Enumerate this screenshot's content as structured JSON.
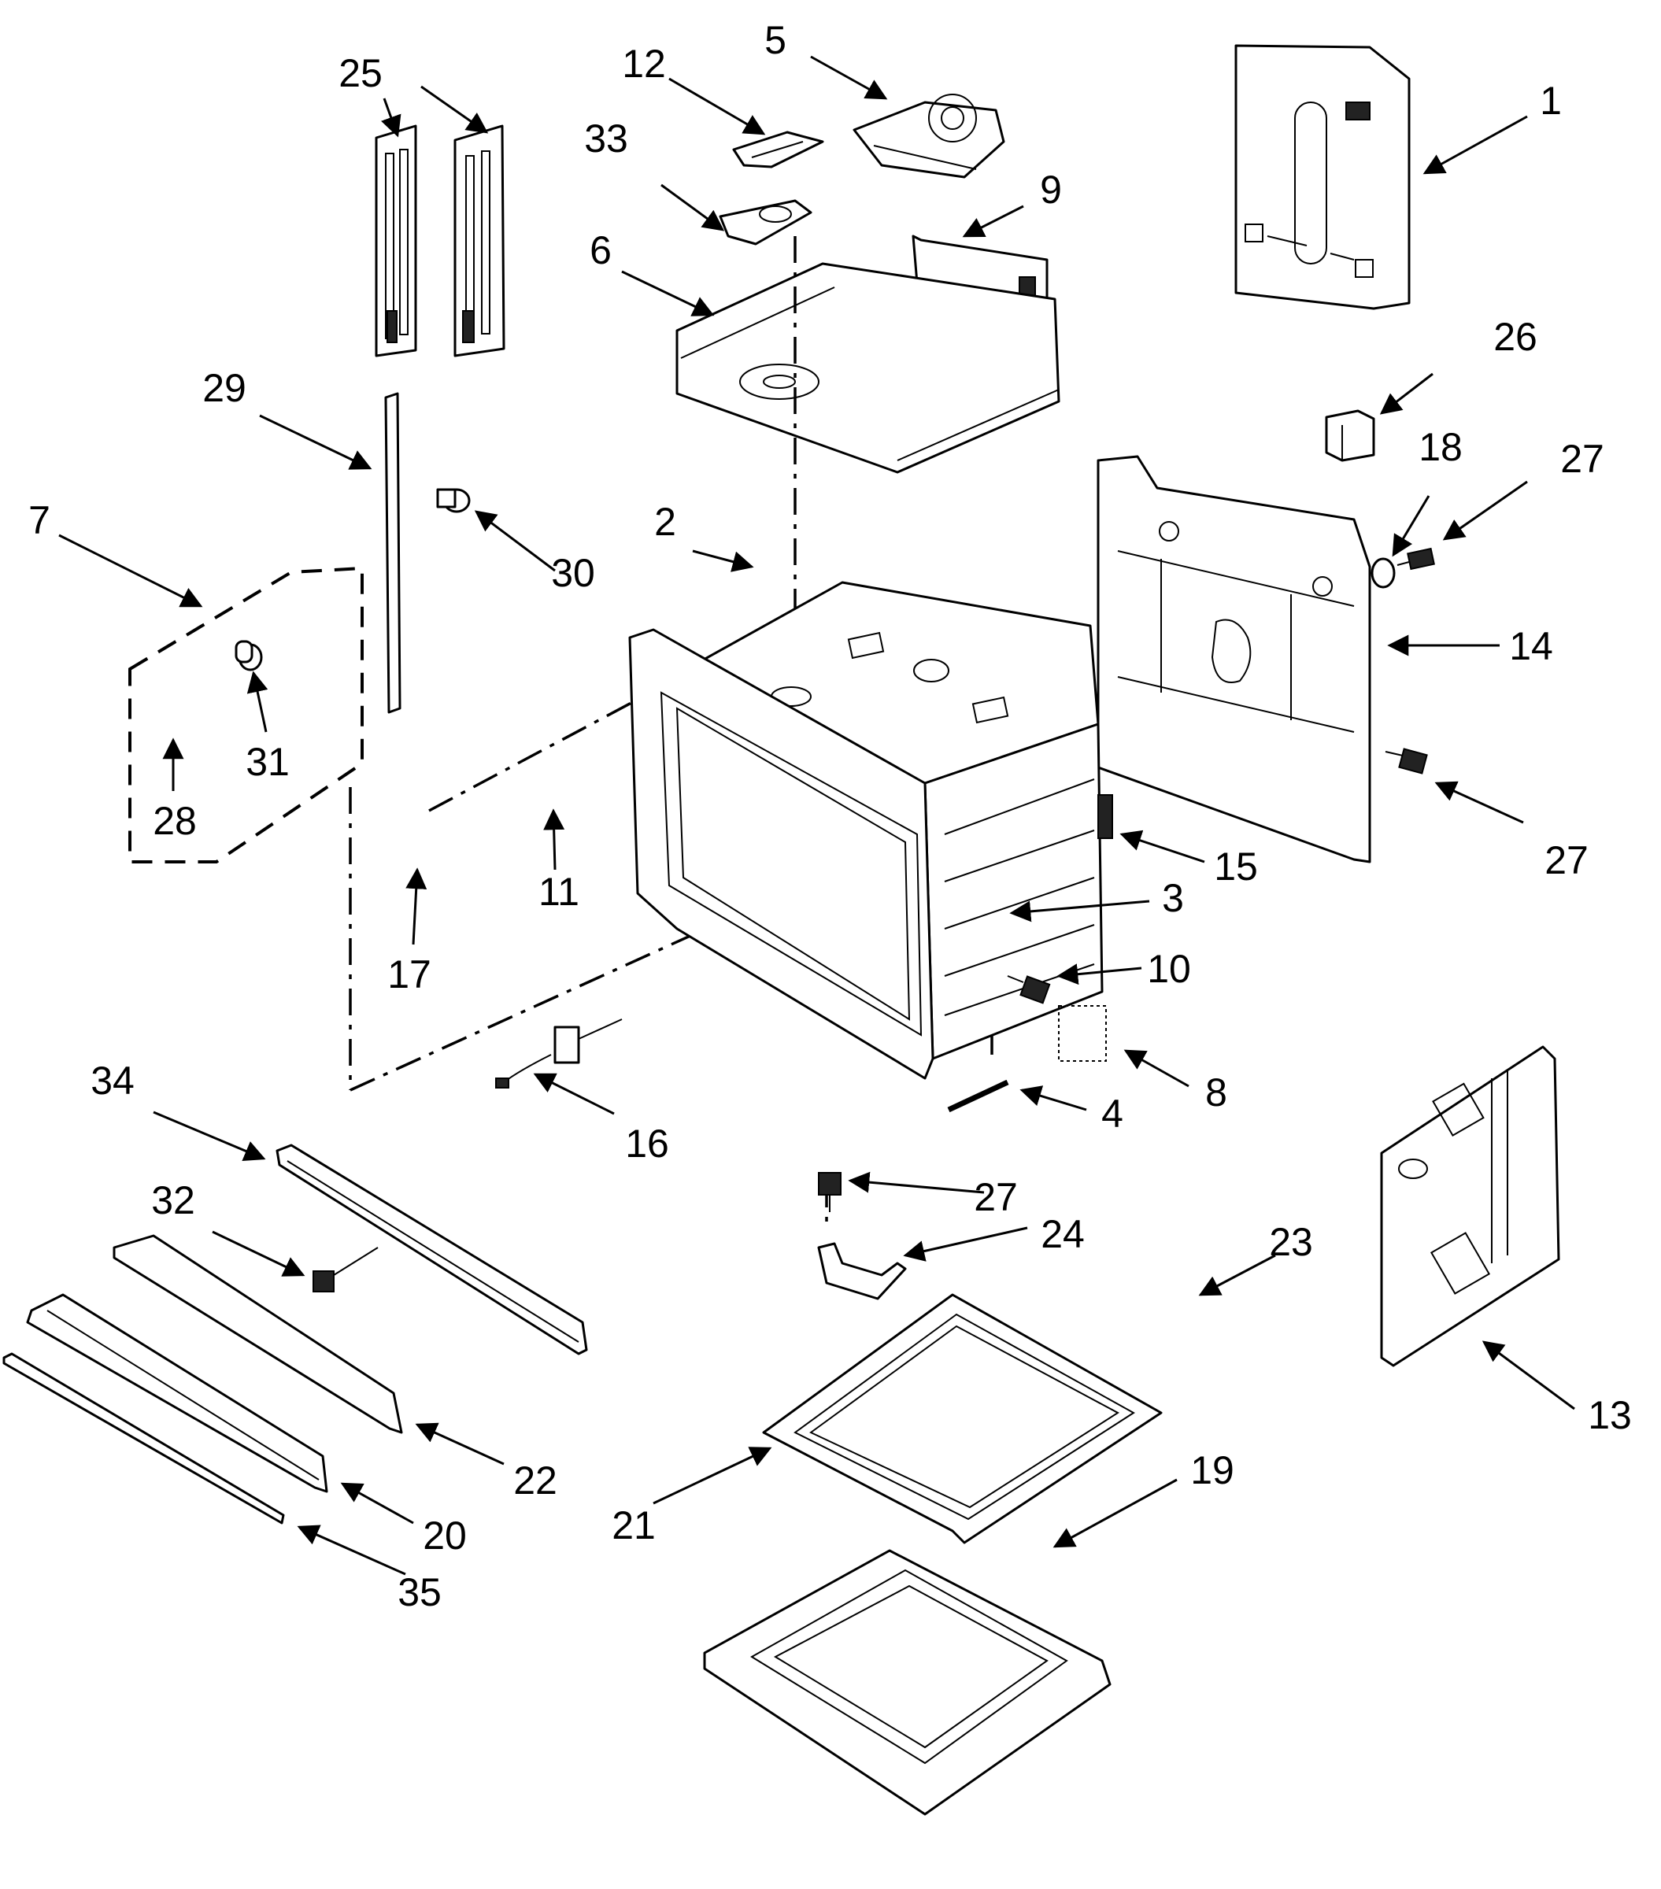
{
  "diagram": {
    "callouts": [
      "1",
      "2",
      "3",
      "4",
      "5",
      "6",
      "7",
      "8",
      "9",
      "10",
      "11",
      "12",
      "13",
      "14",
      "15",
      "16",
      "17",
      "18",
      "19",
      "20",
      "21",
      "22",
      "23",
      "24",
      "25",
      "26",
      "27",
      "27",
      "27",
      "28",
      "29",
      "30",
      "31",
      "32",
      "33",
      "34",
      "35"
    ]
  }
}
